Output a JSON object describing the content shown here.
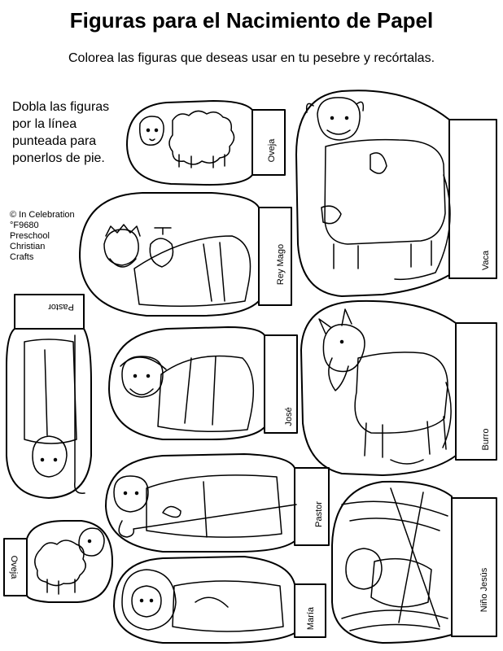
{
  "header": {
    "title": "Figuras para el Nacimiento de Papel",
    "subtitle": "Colorea las figuras que deseas usar en tu pesebre y recórtalas."
  },
  "instructions": "Dobla las figuras por la línea punteada para ponerlos de pie.",
  "copyright": {
    "line1": "© In Celebration",
    "line2": "°F9680",
    "line3": "Preschool",
    "line4": "Christian",
    "line5": "Crafts"
  },
  "figures": {
    "oveja_top": "Oveja",
    "vaca": "Vaca",
    "rey_mago": "Rey Mago",
    "pastor_left": "Pastor",
    "jose": "José",
    "burro": "Burro",
    "pastor": "Pastor",
    "oveja_bottom": "Oveja",
    "maria": "María",
    "nino_jesus": "Niño Jesús"
  },
  "colors": {
    "ink": "#000000",
    "paper": "#ffffff"
  }
}
